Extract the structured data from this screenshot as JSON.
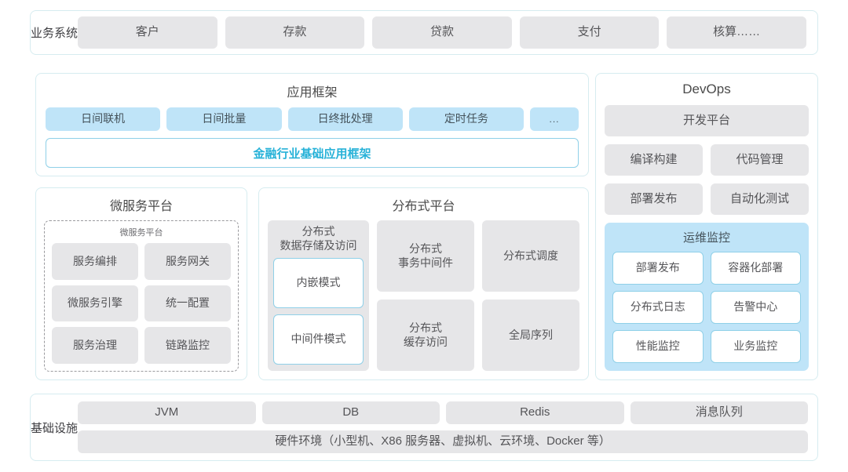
{
  "diagram": {
    "business": {
      "label": "业务系统",
      "items": [
        "客户",
        "存款",
        "贷款",
        "支付",
        "核算……"
      ]
    },
    "app_framework": {
      "title": "应用框架",
      "chips": [
        "日间联机",
        "日间批量",
        "日终批处理",
        "定时任务",
        "..."
      ],
      "banner": "金融行业基础应用框架"
    },
    "devops": {
      "title": "DevOps",
      "platform": "开发平台",
      "pairs": [
        [
          "编译构建",
          "代码管理"
        ],
        [
          "部署发布",
          "自动化测试"
        ]
      ],
      "ops_monitor": {
        "title": "运维监控",
        "rows": [
          [
            "部署发布",
            "容器化部署"
          ],
          [
            "分布式日志",
            "告警中心"
          ],
          [
            "性能监控",
            "业务监控"
          ]
        ]
      }
    },
    "microservice": {
      "title": "微服务平台",
      "sub_title": "微服务平台",
      "rows": [
        [
          "服务编排",
          "服务网关"
        ],
        [
          "微服务引擎",
          "统一配置"
        ],
        [
          "服务治理",
          "链路监控"
        ]
      ]
    },
    "distributed": {
      "title": "分布式平台",
      "storage": {
        "title": "分布式\n数据存储及访问",
        "modes": [
          "内嵌模式",
          "中间件模式"
        ]
      },
      "col_b": [
        "分布式\n事务中间件",
        "分布式\n缓存访问"
      ],
      "col_c": [
        "分布式调度",
        "全局序列"
      ]
    },
    "infrastructure": {
      "label": "基础设施",
      "items": [
        "JVM",
        "DB",
        "Redis",
        "消息队列"
      ],
      "hardware": "硬件环境（小型机、X86 服务器、虚拟机、云环境、Docker 等）"
    },
    "colors": {
      "panel_border": "#d6ecf0",
      "chip_gray": "#e6e6e8",
      "chip_blue": "#bfe4f8",
      "accent_cyan": "#27b2d8",
      "text": "#555558"
    }
  }
}
